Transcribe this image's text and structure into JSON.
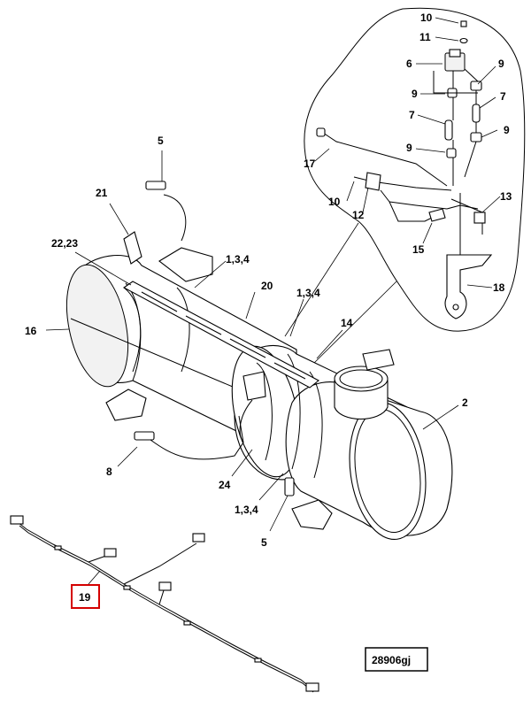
{
  "diagram": {
    "reference_id": "28906gj",
    "highlighted_callout": "19",
    "colors": {
      "highlight": "#d40000",
      "line": "#000000",
      "background": "#ffffff"
    },
    "callouts": {
      "c5_top": "5",
      "c21": "21",
      "c22_23": "22,23",
      "c134_a": "1,3,4",
      "c20": "20",
      "c16": "16",
      "c134_b": "1,3,4",
      "c14": "14",
      "c2": "2",
      "c8": "8",
      "c24": "24",
      "c134_c": "1,3,4",
      "c5_bottom": "5",
      "c19": "19",
      "d10_a": "10",
      "d11": "11",
      "d6": "6",
      "d9_a": "9",
      "d9_b": "9",
      "d7_a": "7",
      "d7_b": "7",
      "d9_c": "9",
      "d9_d": "9",
      "d17": "17",
      "d10_b": "10",
      "d12": "12",
      "d13": "13",
      "d15": "15",
      "d18": "18"
    }
  }
}
